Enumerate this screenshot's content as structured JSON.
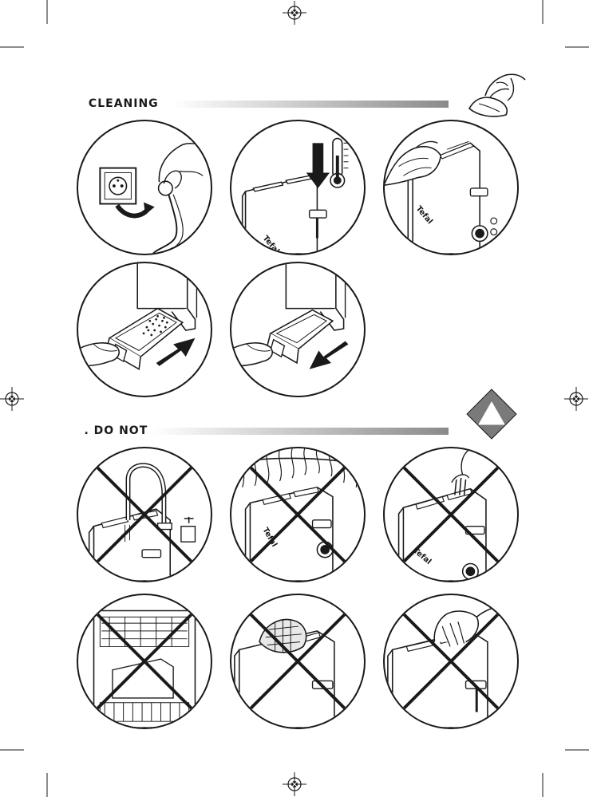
{
  "sections": {
    "cleaning": {
      "title": "9. CLEANING"
    },
    "do_not": {
      "title": "10. DO NOT"
    }
  },
  "brand": {
    "logo_text": "Tefal"
  },
  "icons": {
    "crop": "registration-crop-mark-icon",
    "warning": "warning-triangle-icon",
    "cloth": "cloth-hand-icon"
  },
  "colors": {
    "ink": "#1a1a1a",
    "bar_dark": "#8a8a8a",
    "warning_fill": "#7a7a7a"
  }
}
